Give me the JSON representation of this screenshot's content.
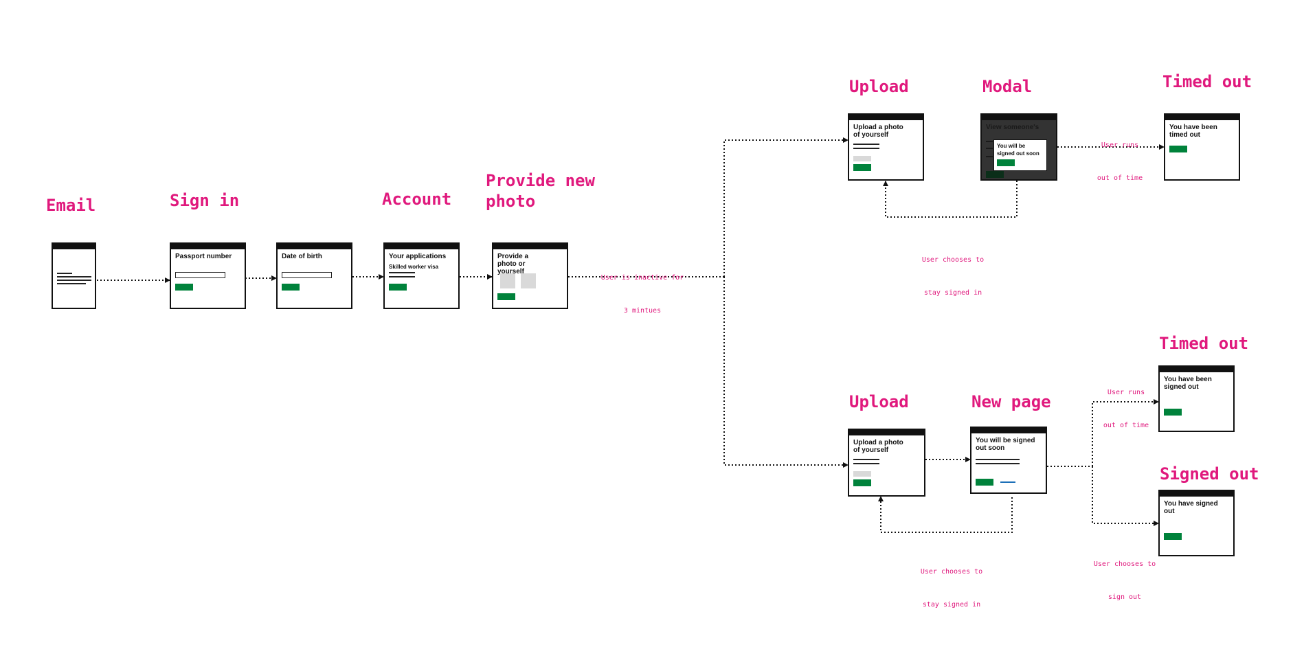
{
  "titles": {
    "email": "Email",
    "sign_in": "Sign in",
    "account": "Account",
    "provide_photo_line1": "Provide new",
    "provide_photo_line2": "photo",
    "upload_top": "Upload",
    "modal": "Modal",
    "timed_out_top": "Timed out",
    "upload_bottom": "Upload",
    "new_page": "New page",
    "timed_out_bottom": "Timed out",
    "signed_out": "Signed out"
  },
  "screens": {
    "passport": "Passport number",
    "dob": "Date of birth",
    "applications": "Your applications",
    "applications_sub": "Skilled worker visa",
    "provide_photo": "Provide a photo or yourself",
    "upload_top": "Upload a photo of yourself",
    "modal_bg": "View someone's",
    "modal_box": "You will be signed out soon",
    "timed_out_top": "You have been timed out",
    "upload_bottom": "Upload a photo of yourself",
    "new_page": "You will be signed out soon",
    "timed_out_bottom": "You have been signed out",
    "signed_out": "You have signed out"
  },
  "notes": {
    "inactive_line1": "User is inactive for",
    "inactive_line2": "3 mintues",
    "runs_out_top_line1": "User runs",
    "runs_out_top_line2": "out of time",
    "stay_top_line1": "User chooses to",
    "stay_top_line2": "stay signed in",
    "runs_out_bottom_line1": "User runs",
    "runs_out_bottom_line2": "out of time",
    "stay_bottom_line1": "User chooses to",
    "stay_bottom_line2": "stay signed in",
    "sign_out_line1": "User chooses to",
    "sign_out_line2": "sign out"
  },
  "colors": {
    "accent": "#e0197d",
    "button": "#00823b",
    "frame": "#111111",
    "link": "#1d70b8"
  }
}
